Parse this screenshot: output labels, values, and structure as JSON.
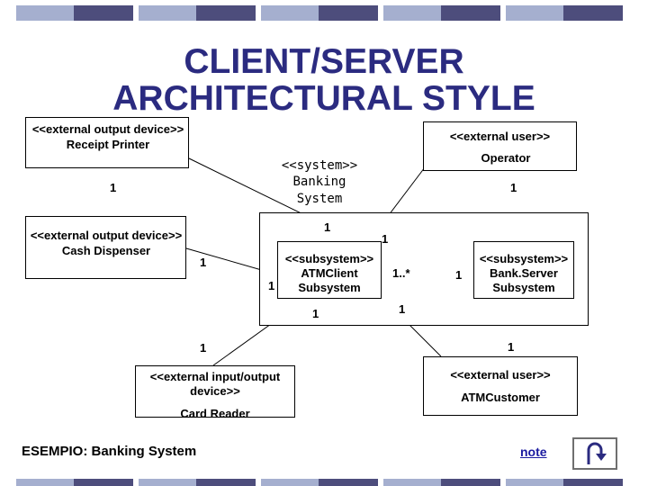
{
  "title": "CLIENT/SERVER ARCHITECTURAL STYLE",
  "colors": {
    "stripe_dark": "#4d4d7c",
    "stripe_light": "#a5afcf",
    "title": "#2b2b80",
    "link": "#1a1aa0"
  },
  "boxes": {
    "receipt_printer": {
      "stereotype": "<<external output device>>",
      "name": "Receipt Printer"
    },
    "operator": {
      "stereotype": "<<external user>>",
      "name": "Operator"
    },
    "banking_system": {
      "stereotype": "<<system>>",
      "line2": "Banking",
      "line3": "System"
    },
    "cash_dispenser": {
      "stereotype": "<<external output device>>",
      "name": "Cash Dispenser"
    },
    "atm_client": {
      "stereotype": "<<subsystem>>",
      "line2": "ATMClient",
      "line3": "Subsystem"
    },
    "bank_server": {
      "stereotype": "<<subsystem>>",
      "line2": "Bank.Server",
      "line3": "Subsystem"
    },
    "card_reader": {
      "stereotype_l1": "<<external input/output",
      "stereotype_l2": "device>>",
      "name": "Card Reader"
    },
    "atm_customer": {
      "stereotype": "<<external user>>",
      "name": "ATMCustomer"
    }
  },
  "multiplicities": {
    "printer_end": "1",
    "operator_end": "1",
    "client_top": "1",
    "server_top": "1",
    "dispenser_end": "1",
    "client_left": "1",
    "client_right": "1..*",
    "server_left": "1",
    "client_bottom": "1",
    "server_bottom": "1",
    "reader_end": "1",
    "customer_end": "1"
  },
  "footer": {
    "example": "ESEMPIO: Banking System",
    "note": "note"
  },
  "icons": {
    "back": "u-turn-arrow-icon"
  }
}
